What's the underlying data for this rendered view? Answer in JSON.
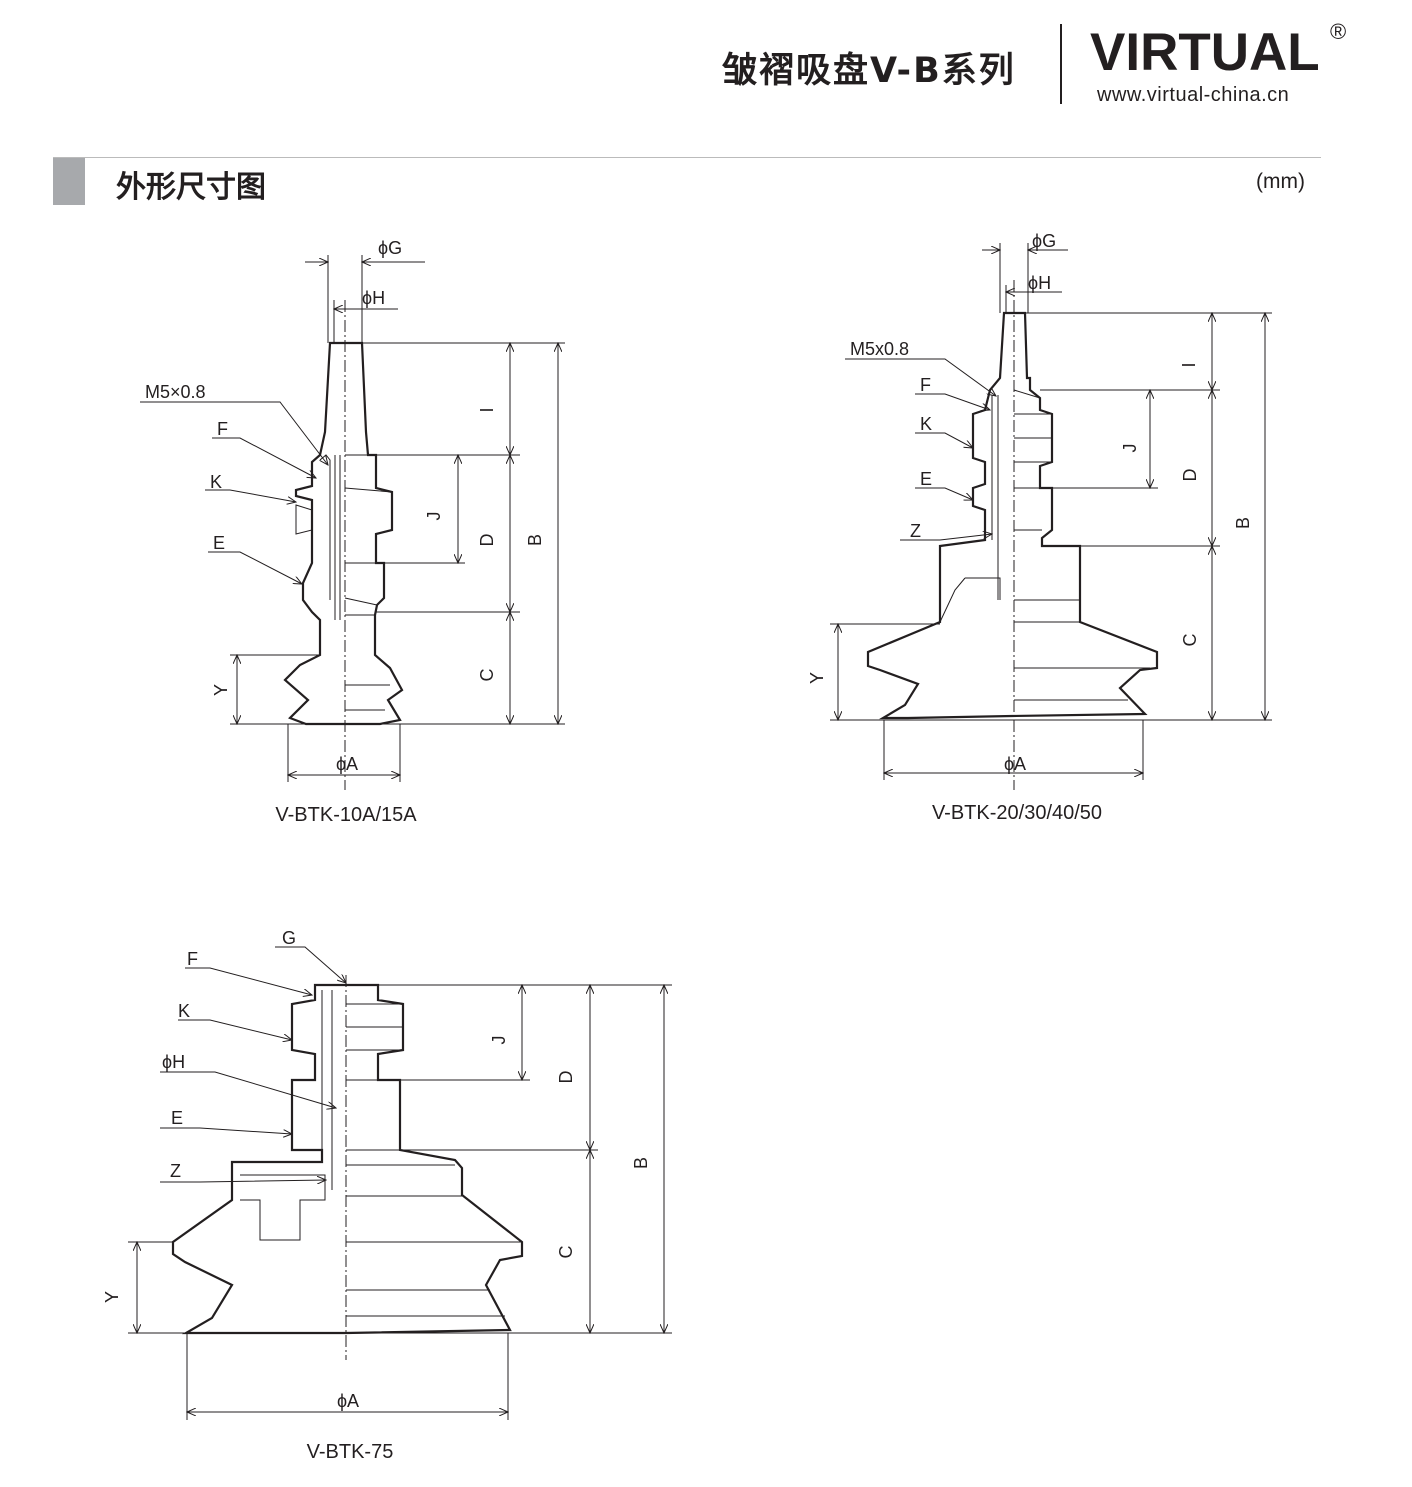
{
  "header": {
    "series_title": "皱褶吸盘V-B系列",
    "brand": "VIRTUAL",
    "registered_mark": "®",
    "website": "www.virtual-china.cn"
  },
  "section": {
    "title": "外形尺寸图",
    "unit": "(mm)"
  },
  "drawings": [
    {
      "caption": "V-BTK-10A/15A",
      "labels": {
        "G": "ϕG",
        "H": "ϕH",
        "thread": "M5×0.8",
        "F": "F",
        "K": "K",
        "E": "E",
        "Y": "Y",
        "I": "I",
        "J": "J",
        "D": "D",
        "B": "B",
        "C": "C",
        "A": "ϕA"
      }
    },
    {
      "caption": "V-BTK-20/30/40/50",
      "labels": {
        "G": "ϕG",
        "H": "ϕH",
        "thread": "M5x0.8",
        "F": "F",
        "K": "K",
        "E": "E",
        "Z": "Z",
        "Y": "Y",
        "I": "I",
        "J": "J",
        "D": "D",
        "B": "B",
        "C": "C",
        "A": "ϕA"
      }
    },
    {
      "caption": "V-BTK-75",
      "labels": {
        "G": "G",
        "F": "F",
        "K": "K",
        "H": "ϕH",
        "E": "E",
        "Z": "Z",
        "Y": "Y",
        "J": "J",
        "D": "D",
        "B": "B",
        "C": "C",
        "A": "ϕA"
      }
    }
  ]
}
